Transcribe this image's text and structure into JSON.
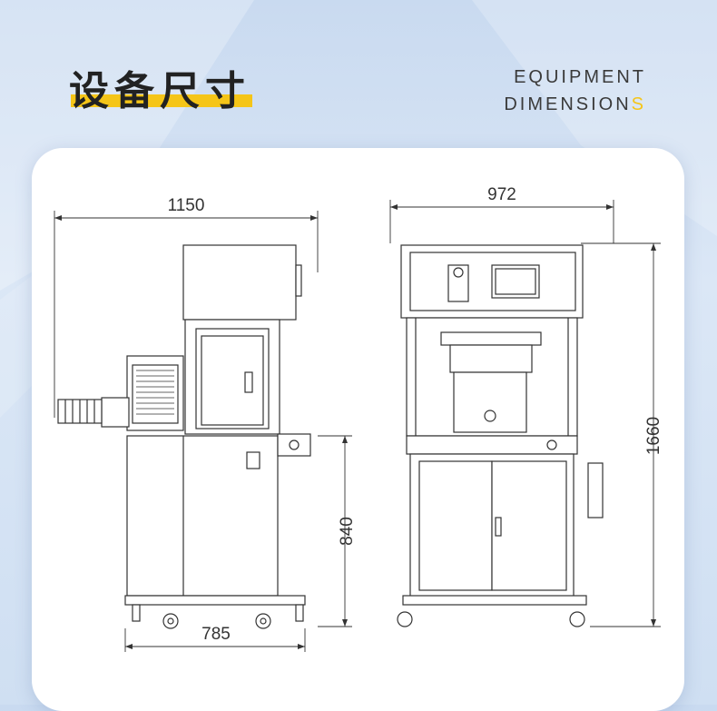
{
  "header": {
    "title_zh": "设备尺寸",
    "title_en_line1": "EQUIPMENT",
    "title_en_line2_main": "DIMENSION",
    "title_en_line2_last": "S",
    "accent_color": "#f5c518"
  },
  "side_view": {
    "width_label": "1150",
    "height_label": "840",
    "base_label": "785"
  },
  "front_view": {
    "width_label": "972",
    "height_label": "1660"
  }
}
